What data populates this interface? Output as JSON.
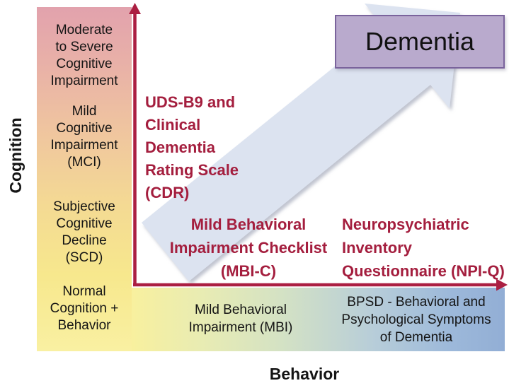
{
  "colors": {
    "axis": "#AB1F42",
    "assessment_text": "#A41E3E",
    "arrow_fill": "#DCE3F0",
    "dementia_box_fill": "#B9AACD",
    "dementia_box_border": "#7A639C",
    "cognition_gradient_top_to_bottom": [
      "#E2A2AD",
      "#F0C79E",
      "#F4DA93",
      "#F9F0A2"
    ],
    "behavior_gradient_left_to_right": [
      "#F8F09E",
      "#D4E2C4",
      "#9DB9DA",
      "#92AED5"
    ]
  },
  "axes": {
    "y_label": "Cognition",
    "x_label": "Behavior"
  },
  "cognition_bar": {
    "items": [
      {
        "lines": [
          "Moderate",
          "to Severe",
          "Cognitive",
          "Impairment"
        ]
      },
      {
        "lines": [
          "Mild",
          "Cognitive",
          "Impairment",
          "(MCI)"
        ]
      },
      {
        "lines": [
          "Subjective",
          "Cognitive",
          "Decline",
          "(SCD)"
        ]
      },
      {
        "lines": [
          "Normal",
          "Cognition +",
          "Behavior"
        ]
      }
    ]
  },
  "behavior_bar": {
    "items": [
      {
        "lines": [
          "Mild Behavioral",
          "Impairment (MBI)"
        ]
      },
      {
        "lines": [
          "BPSD - Behavioral and",
          "Psychological Symptoms",
          "of Dementia"
        ]
      }
    ]
  },
  "assessments": [
    {
      "id": "cdr",
      "lines": [
        "UDS-B9 and",
        "Clinical",
        "Dementia",
        "Rating Scale",
        "(CDR)"
      ]
    },
    {
      "id": "mbic",
      "lines": [
        "Mild Behavioral",
        "Impairment Checklist",
        "(MBI-C)"
      ]
    },
    {
      "id": "npiq",
      "lines": [
        "Neuropsychiatric",
        "Inventory",
        "Questionnaire (NPI-Q)"
      ]
    }
  ],
  "dementia_label": "Dementia"
}
